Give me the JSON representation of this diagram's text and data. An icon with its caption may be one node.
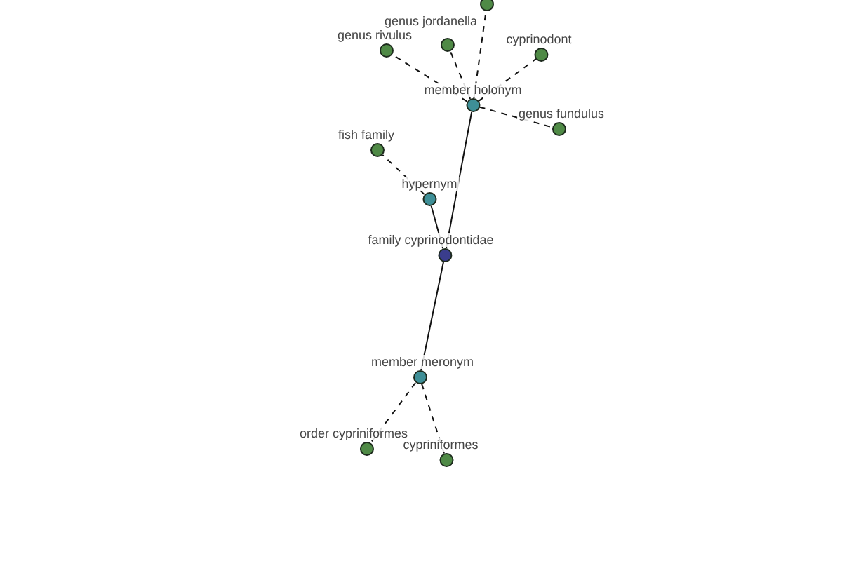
{
  "diagram": {
    "nodes": [
      {
        "text": [],
        "shape": "circle"
      },
      {
        "text": [
          "genus rivulus"
        ]
      },
      {
        "text": [
          "genus jordanella"
        ]
      },
      {
        "text": [
          "cyprinodont"
        ]
      },
      {
        "text": [
          "member holonym"
        ]
      },
      {
        "text": [
          "genus fundulus"
        ]
      },
      {
        "text": [
          "fish family"
        ]
      },
      {
        "text": [
          "hypernym"
        ]
      },
      {
        "text": [
          "family cyprinodontidae"
        ]
      },
      {
        "text": [
          "member meronym"
        ]
      },
      {
        "text": [
          "order cypriniformes"
        ]
      },
      {
        "text": [
          "cypriniformes"
        ]
      }
    ],
    "edges": [
      {
        "from": 4,
        "to": 0,
        "arrow": "none",
        "style": "dashed"
      },
      {
        "from": 4,
        "to": 1,
        "arrow": "none",
        "style": "dashed"
      },
      {
        "from": 4,
        "to": 2,
        "arrow": "none",
        "style": "dashed"
      },
      {
        "from": 4,
        "to": 3,
        "arrow": "none",
        "style": "dashed"
      },
      {
        "from": 4,
        "to": 5,
        "arrow": "none",
        "style": "dashed"
      },
      {
        "from": 8,
        "to": 4,
        "arrow": "none"
      },
      {
        "from": 8,
        "to": 7,
        "arrow": "none"
      },
      {
        "from": 7,
        "to": 6,
        "arrow": "none",
        "style": "dashed"
      },
      {
        "from": 8,
        "to": 9,
        "arrow": "none"
      },
      {
        "from": 9,
        "to": 10,
        "arrow": "none",
        "style": "dashed"
      },
      {
        "from": 9,
        "to": 11,
        "arrow": "none",
        "style": "dashed"
      }
    ]
  }
}
